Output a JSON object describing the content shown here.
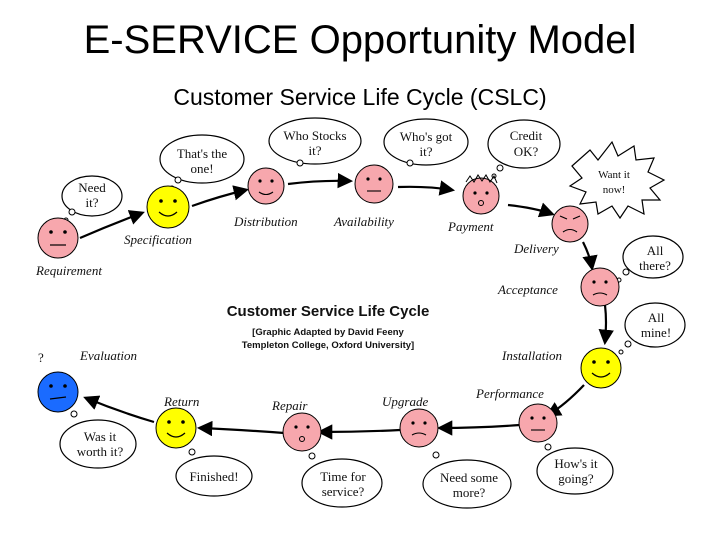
{
  "title": "E-SERVICE Opportunity Model",
  "subtitle": "Customer Service Life Cycle (CSLC)",
  "caption": {
    "title": "Customer Service Life Cycle",
    "line1": "[Graphic Adapted by David Feeny",
    "line2": "Templeton College, Oxford University]"
  },
  "stages": {
    "requirement": "Requirement",
    "specification": "Specification",
    "distribution": "Distribution",
    "availability": "Availability",
    "payment": "Payment",
    "delivery": "Delivery",
    "acceptance": "Acceptance",
    "installation": "Installation",
    "performance": "Performance",
    "upgrade": "Upgrade",
    "repair": "Repair",
    "return": "Return",
    "evaluation": "Evaluation"
  },
  "bubbles": {
    "need_it": [
      "Need",
      "it?"
    ],
    "thats_the_one": [
      "That's the",
      "one!"
    ],
    "who_stocks_it": [
      "Who Stocks",
      "it?"
    ],
    "whos_got_it": [
      "Who's got",
      "it?"
    ],
    "credit_ok": [
      "Credit",
      "OK?"
    ],
    "want_it_now": [
      "Want it",
      "now!"
    ],
    "all_there": [
      "All",
      "there?"
    ],
    "all_mine": [
      "All",
      "mine!"
    ],
    "hows_it_going": [
      "How's it",
      "going?"
    ],
    "need_some_more": [
      "Need some",
      "more?"
    ],
    "time_for_service": [
      "Time for",
      "service?"
    ],
    "finished": [
      "Finished!"
    ],
    "was_it_worth_it": [
      "Was it",
      "worth it?"
    ],
    "question": [
      "?"
    ]
  },
  "colors": {
    "pink_face": "#f7a7ad",
    "yellow_face": "#ffff00",
    "blue_face": "#1a6bff"
  }
}
